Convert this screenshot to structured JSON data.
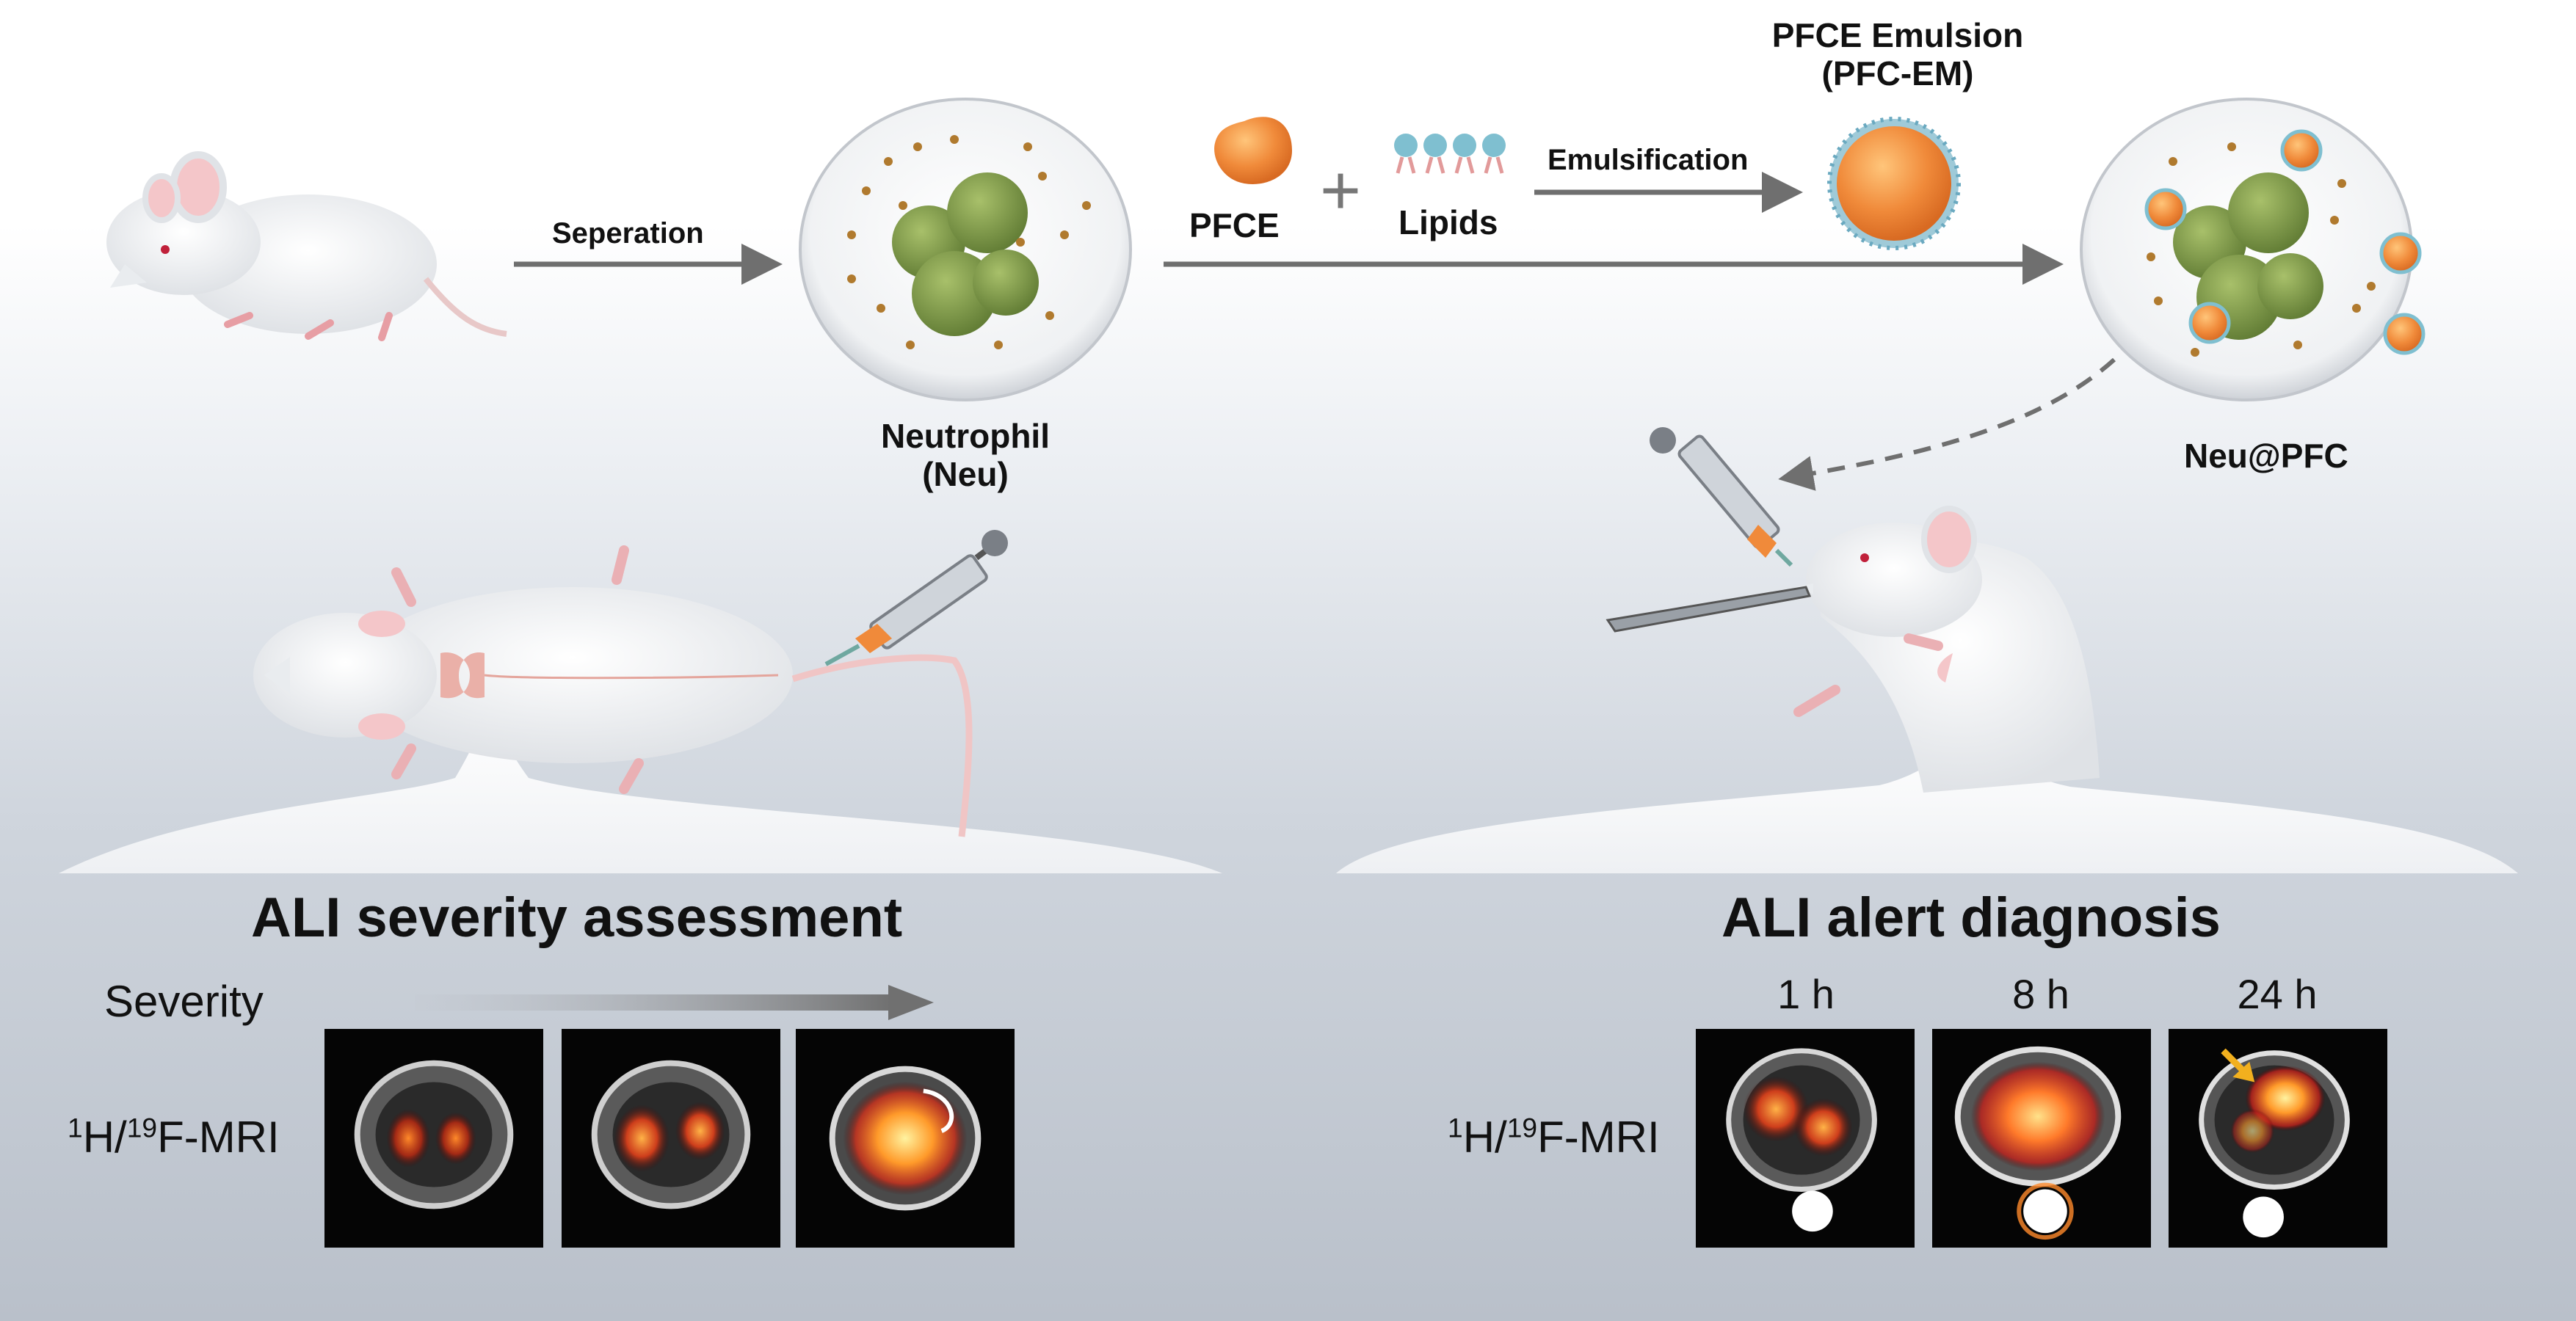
{
  "workflow": {
    "separation_label": "Seperation",
    "neutrophil_label_line1": "Neutrophil",
    "neutrophil_label_line2": "(Neu)",
    "pfce_label": "PFCE",
    "plus_sign": "+",
    "lipids_label": "Lipids",
    "emulsification_label": "Emulsification",
    "emulsion_label_line1": "PFCE Emulsion",
    "emulsion_label_line2": "(PFC-EM)",
    "neu_pfc_label": "Neu@PFC"
  },
  "left_section": {
    "title": "ALI severity assessment",
    "severity_label": "Severity",
    "mri_label": {
      "sup1": "1",
      "base1": "H/",
      "sup2": "19",
      "base2": "F-MRI"
    },
    "panels": [
      {
        "severity": "low"
      },
      {
        "severity": "medium"
      },
      {
        "severity": "high"
      }
    ]
  },
  "right_section": {
    "title": "ALI alert diagnosis",
    "mri_label": {
      "sup1": "1",
      "base1": "H/",
      "sup2": "19",
      "base2": "F-MRI"
    },
    "timepoints": [
      {
        "label": "1 h"
      },
      {
        "label": "8 h"
      },
      {
        "label": "24 h"
      }
    ]
  },
  "colors": {
    "arrow": "#6f6f6f",
    "pfce_orange": "#f08a3a",
    "lipid_head": "#7fbfd0",
    "cell_green": "#7e9a4a",
    "highlight_arrow": "#f2b01e"
  }
}
